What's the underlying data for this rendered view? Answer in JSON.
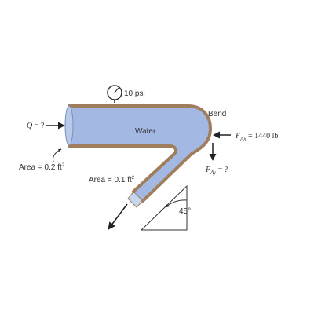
{
  "labels": {
    "pressure": "10 psi",
    "bend": "Bend",
    "water": "Water",
    "area_inlet_prefix": "Area = 0.2 ft",
    "area_outlet_prefix": "Area = 0.1 ft",
    "area_exponent": "2",
    "angle": "45°",
    "q_symbol": "Q",
    "q_suffix": " = ?",
    "fax_symbol": "F",
    "fax_sub": "Ax",
    "fax_suffix": " = 1440 lb",
    "fay_symbol": "F",
    "fay_sub": "Ay",
    "fay_suffix": " = ?"
  },
  "colors": {
    "water": "#a3b8e3",
    "pipe_wall": "#a07d5c",
    "arrow": "#222222",
    "text": "#333333"
  }
}
